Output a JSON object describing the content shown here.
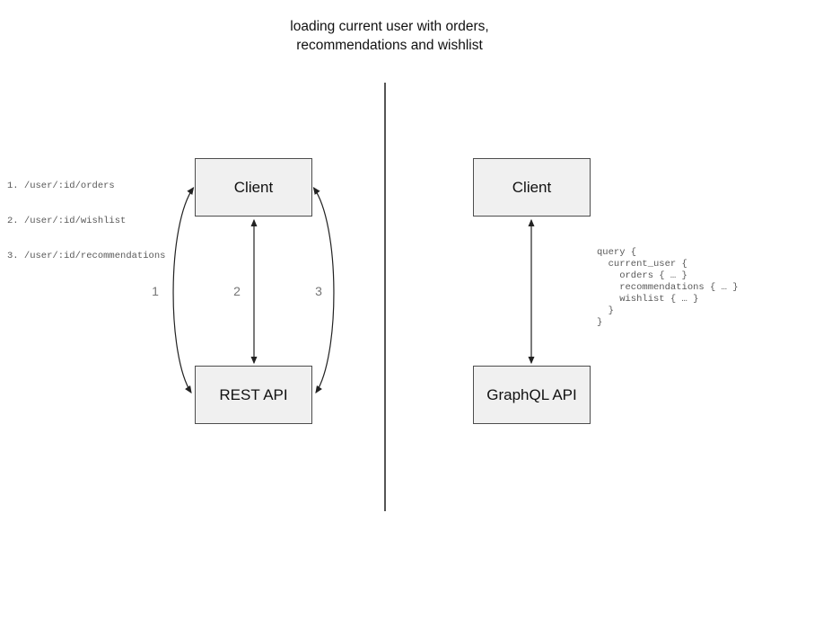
{
  "title": {
    "text": "loading current user with orders,\nrecommendations and wishlist"
  },
  "rest_panel": {
    "endpoints": [
      "1. /user/:id/orders",
      "2. /user/:id/wishlist",
      "3. /user/:id/recommendations"
    ],
    "client_label": "Client",
    "api_label": "REST API",
    "arrow_labels": [
      "1",
      "2",
      "3"
    ]
  },
  "graphql_panel": {
    "client_label": "Client",
    "api_label": "GraphQL API",
    "query": "query {\n  current_user {\n    orders { … }\n    recommendations { … }\n    wishlist { … }\n  }\n}"
  },
  "colors": {
    "box_fill": "#f0f0f0",
    "box_border": "#4d4d4d",
    "arrow": "#222222",
    "code_text": "#595959",
    "arrow_label": "#757575",
    "divider": "#555555",
    "title_text": "#111111"
  }
}
